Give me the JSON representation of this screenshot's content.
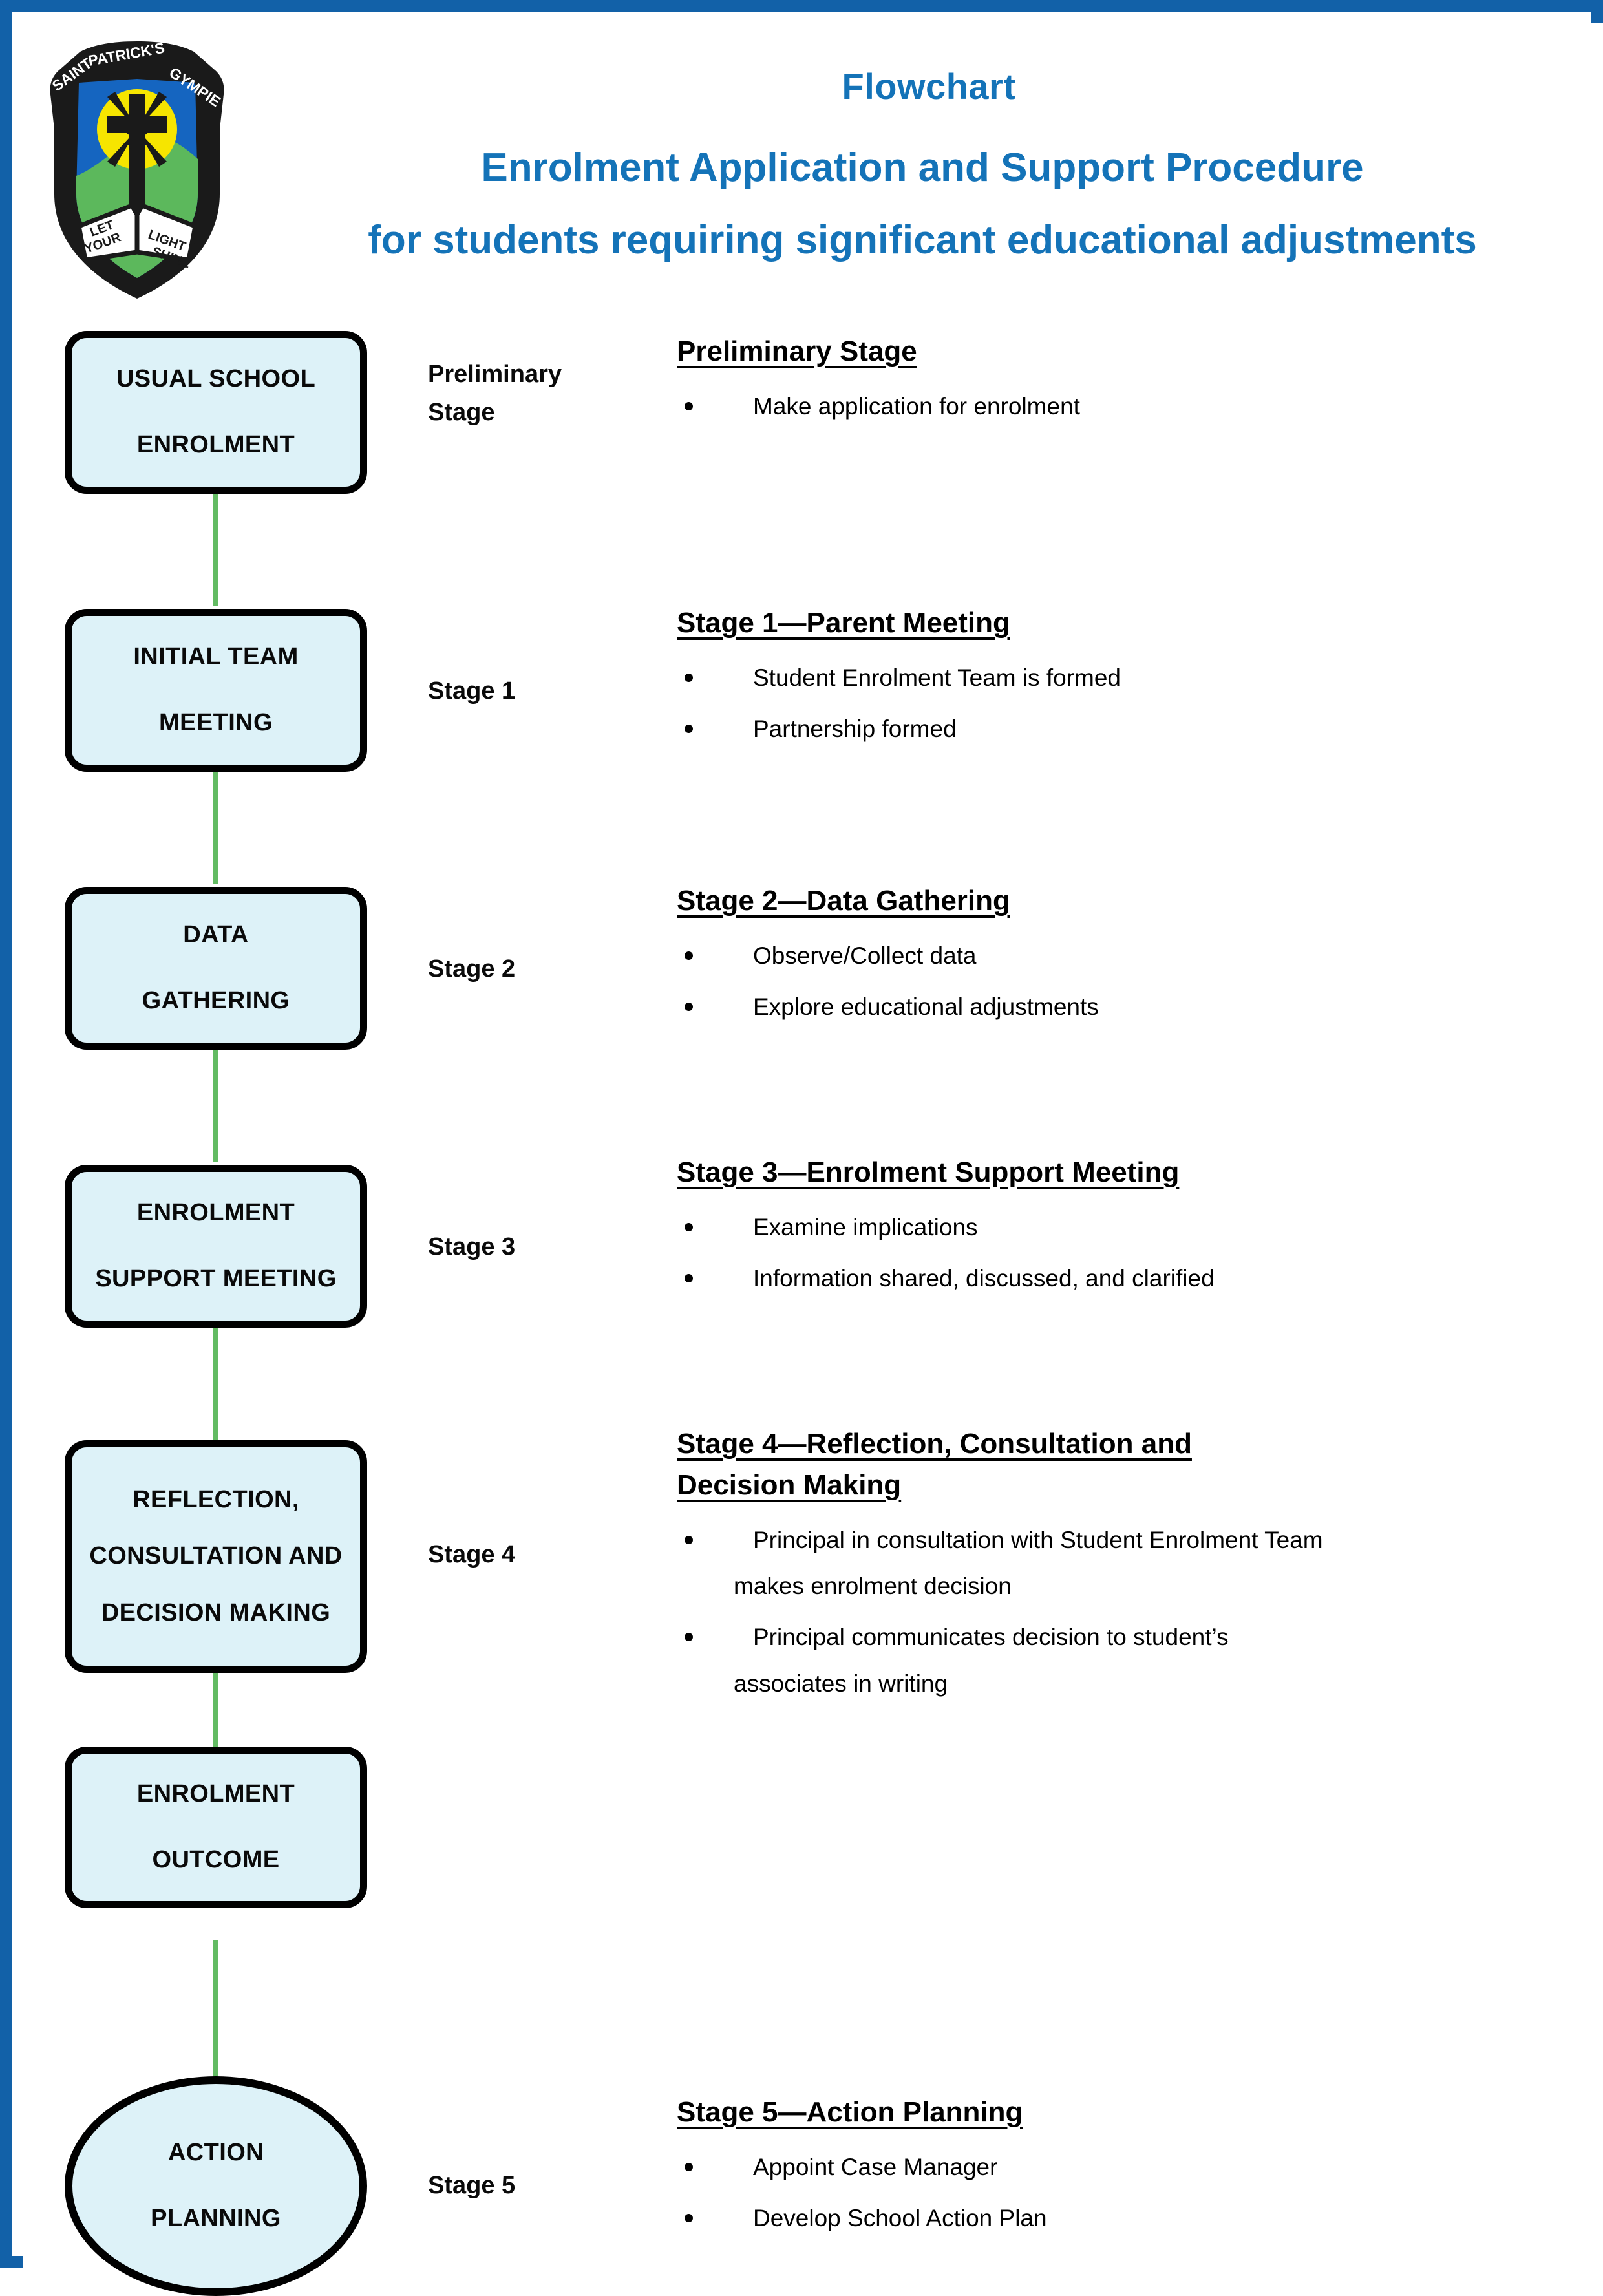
{
  "page": {
    "border_color": "#1261a8",
    "background": "#ffffff"
  },
  "crest": {
    "name": "saint-patricks-gympie-school-crest",
    "banner_left": "SAINT",
    "banner_center": "PATRICK'S",
    "banner_right": "GYMPIE",
    "motto_line1": "LET",
    "motto_line2": "YOUR",
    "motto_line3": "LIGHT",
    "motto_line4": "SHINE",
    "colors": {
      "shield_top": "#1565c0",
      "shield_bottom": "#5cb85c",
      "sun": "#f6e500",
      "outline": "#1a1a1a",
      "book": "#ffffff"
    }
  },
  "header": {
    "title_line1": "Flowchart",
    "title_line2": "Enrolment Application and Support Procedure",
    "title_line3": "for students requiring significant educational adjustments",
    "title_color": "#1473b8"
  },
  "theme": {
    "node_fill": "#ddf2f8",
    "node_border": "#000000",
    "connector": "#63bb63",
    "text": "#0a0a0a"
  },
  "flow": {
    "nodes": [
      {
        "id": "usual-school-enrolment",
        "shape": "rounded-rect",
        "line1": "USUAL SCHOOL",
        "line2": "ENROLMENT"
      },
      {
        "id": "initial-team-meeting",
        "shape": "rounded-rect",
        "line1": "INITIAL TEAM",
        "line2": "MEETING"
      },
      {
        "id": "data-gathering",
        "shape": "rounded-rect",
        "line1": "DATA",
        "line2": "GATHERING"
      },
      {
        "id": "enrolment-support-meeting",
        "shape": "rounded-rect",
        "line1": "ENROLMENT",
        "line2": "SUPPORT MEETING"
      },
      {
        "id": "reflection-consultation-decision-making",
        "shape": "rounded-rect",
        "line1": "REFLECTION,",
        "line2": "CONSULTATION AND",
        "line3": "DECISION MAKING"
      },
      {
        "id": "enrolment-outcome",
        "shape": "rounded-rect",
        "line1": "ENROLMENT",
        "line2": "OUTCOME"
      },
      {
        "id": "action-planning",
        "shape": "ellipse",
        "line1": "ACTION",
        "line2": "PLANNING"
      }
    ],
    "stage_labels": {
      "preliminary_line1": "Preliminary",
      "preliminary_line2": "Stage",
      "stage1": "Stage 1",
      "stage2": "Stage 2",
      "stage3": "Stage 3",
      "stage4": "Stage 4",
      "stage5": "Stage 5"
    }
  },
  "details": {
    "preliminary": {
      "heading": "Preliminary Stage",
      "bullets": [
        {
          "text": "Make application for enrolment",
          "cont": ""
        }
      ]
    },
    "stage1": {
      "heading": "Stage 1—Parent Meeting",
      "bullets": [
        {
          "text": "Student Enrolment Team is formed",
          "cont": ""
        },
        {
          "text": "Partnership formed",
          "cont": ""
        }
      ]
    },
    "stage2": {
      "heading": "Stage 2—Data Gathering",
      "bullets": [
        {
          "text": "Observe/Collect data",
          "cont": ""
        },
        {
          "text": "Explore educational adjustments",
          "cont": ""
        }
      ]
    },
    "stage3": {
      "heading": "Stage 3—Enrolment Support Meeting",
      "bullets": [
        {
          "text": "Examine implications",
          "cont": ""
        },
        {
          "text": "Information shared, discussed, and clarified",
          "cont": ""
        }
      ]
    },
    "stage4": {
      "heading_line1": "Stage 4—Reflection, Consultation and",
      "heading_line2": "Decision Making",
      "bullets": [
        {
          "text": "Principal in consultation with Student Enrolment Team",
          "cont": "makes enrolment decision"
        },
        {
          "text": " Principal communicates decision to student’s",
          "cont": "associates in writing"
        }
      ]
    },
    "stage5": {
      "heading": "Stage 5—Action Planning",
      "bullets": [
        {
          "text": "Appoint Case Manager",
          "cont": ""
        },
        {
          "text": "Develop School Action Plan",
          "cont": ""
        }
      ]
    }
  }
}
